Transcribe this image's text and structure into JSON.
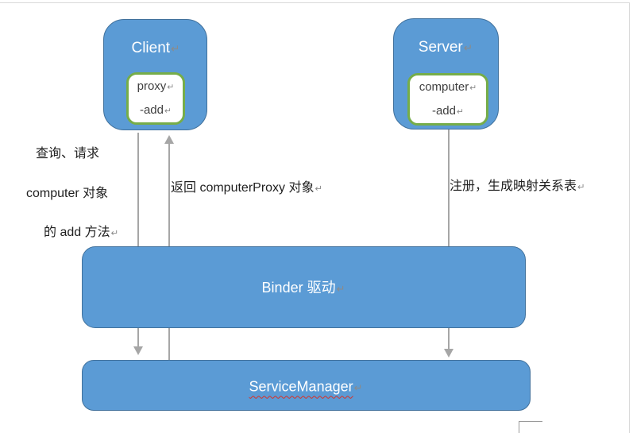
{
  "colors": {
    "page_bg": "#ffffff",
    "box_blue": "#5b9bd5",
    "box_blue_border": "#41719c",
    "inner_green_border": "#76ad49",
    "inner_text": "#3f3f3f",
    "annotation_text": "#1f1f1f",
    "arrow_gray": "#a6a6a6",
    "page_line": "#d9d9d9",
    "corner_line": "#9a9a9a",
    "squiggle_red": "#d93025",
    "return_mark": "#8b8b8b"
  },
  "marks": {
    "line_break": "↵"
  },
  "nodes": {
    "client": {
      "label": "Client",
      "inner": [
        "proxy",
        "-add"
      ]
    },
    "server": {
      "label": "Server",
      "inner": [
        "computer",
        "-add"
      ]
    },
    "binder": {
      "label": "Binder 驱动"
    },
    "service_manager": {
      "label": "ServiceManager"
    }
  },
  "annotations": {
    "left": [
      "查询、请求",
      "computer 对象",
      "的 add 方法"
    ],
    "middle": "返回 computerProxy 对象",
    "right": "注册，生成映射关系表"
  },
  "arrows": [
    {
      "name": "client-to-servicemanager-arrow",
      "direction": "down"
    },
    {
      "name": "servicemanager-to-client-arrow",
      "direction": "up"
    },
    {
      "name": "server-to-servicemanager-arrow",
      "direction": "down"
    }
  ]
}
